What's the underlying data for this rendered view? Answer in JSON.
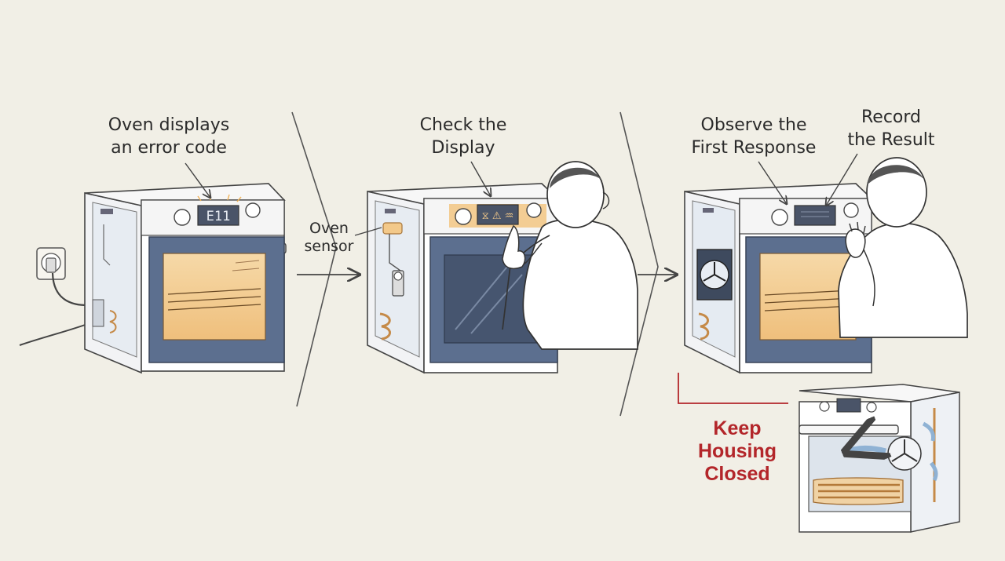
{
  "steps": [
    {
      "line1": "Oven displays",
      "line2": "an error code"
    },
    {
      "line1": "Check the",
      "line2": "Display"
    },
    {
      "line1": "Observe the",
      "line2": "First Response"
    },
    {
      "line1": "Record",
      "line2": "the Result"
    }
  ],
  "callouts": {
    "sensor": {
      "line1": "Oven",
      "line2": "sensor"
    },
    "warning": {
      "line1": "Keep",
      "line2": "Housing",
      "line3": "Closed"
    }
  },
  "display": {
    "error_code": "E11",
    "warning_symbols": "⧖ ⚠ ♒"
  },
  "colors": {
    "background": "#f1efe6",
    "oven_body": "#ffffff",
    "oven_door": "#5c6f8f",
    "oven_glow": "#f3c98a",
    "warning_red": "#b3262a",
    "ink": "#2b2b2b"
  }
}
